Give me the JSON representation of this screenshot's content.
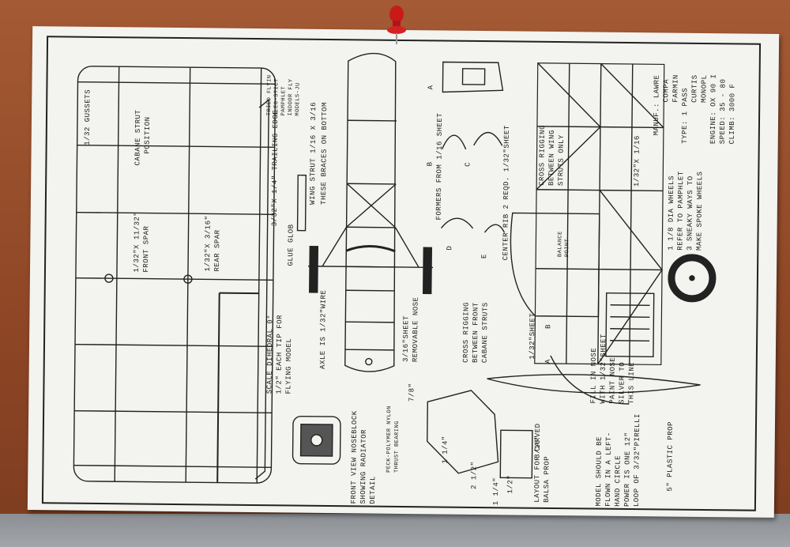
{
  "labels": {
    "gussets": "1/32 GUSSETS",
    "cabane": "CABANE STRUT",
    "cabane2": "POSITION",
    "front_spar1": "1/32\"X 11/32\"",
    "front_spar2": "FRONT SPAR",
    "rear_spar1": "1/32\"X 3/16\"",
    "rear_spar2": "REAR SPAR",
    "tried": "TRIED FLYIN",
    "sleek": "SLEG-STICT",
    "pamph": "PAMPHLET",
    "indoor": "INDOOR FLY",
    "models": "MODELS-JU",
    "trailing": "3/32\"X 1/4\" TRAILING EDGE",
    "wing_strut": "WING STRUT 1/16 X 3/16",
    "braces": "THESE BRACES ON BOTTOM",
    "glue_glob": "GLUE GLOB",
    "axle": "AXLE IS 1/32\"WIRE",
    "sheet316": "3/16\"SHEET",
    "removable": "REMOVABLE NOSE",
    "dihedral1": "SCALE DIHEDRAL 0°",
    "dihedral2": "1/2\" EACH TIP FOR",
    "dihedral3": "FLYING MODEL",
    "noseblock1": "FRONT VIEW NOSEBLOCK",
    "noseblock2": "SHOWING RADIATOR",
    "noseblock3": "DETAIL",
    "peck1": "PECK-POLYMER NYLON",
    "peck2": "THRUST BEARING",
    "formers": "FORMERS FROM 1/16 SHEET",
    "center_rib": "CENTER RIB 2 REQD. 1/32\"SHEET",
    "cross1": "CROSS RIGGING",
    "cross2": "BETWEEN FRONT",
    "cross3": "CABANE STRUTS",
    "layout1": "LAYOUT FOR CARVED",
    "layout2": "BALSA PROP",
    "d78": "7/8\"",
    "d114a": "1 1/4\"",
    "d212": "2 1/2\"",
    "d114b": "1 1/4\"",
    "d12": "1/2\"",
    "d316": "3/16\"",
    "cross_wing1": "CROSS RIGGING",
    "cross_wing2": "BETWEEN WING",
    "cross_wing3": "STRUTS ONLY",
    "s132x116": "1/32\"X 1/16",
    "balance1": "BALANCE",
    "balance2": "POINT",
    "sheet132": "1/32\"SHEET",
    "fill1": "FILL IN NOSE",
    "fill2": "WITH 1/32\"SHEET",
    "paint1": "PAINT NOSE",
    "paint2": "SILVER TO",
    "paint3": "THIS LINE",
    "model1": "MODEL SHOULD BE",
    "model2": "FLOWN IN A LEFT-",
    "model3": "HAND CIRCLE",
    "model4": "POWER IS ONE 12\"",
    "model5": "LOOP OF 3/32\"PIRELLI",
    "prop5": "5\" PLASTIC PROP",
    "wheels1": "1 1/8 DIA WHEELS",
    "wheels2": "REFER TO PAMPHLET",
    "wheels3": "3 SNEAKY WAYS TO",
    "wheels4": "MAKE SPOKE WHEELS",
    "manuf": "MANUF.: LAWRE",
    "compa": "COMPA",
    "farmin": "FARMIN",
    "type": "TYPE:  1 PASS",
    "curtis": "CURTIS",
    "monop": "MONOPL",
    "engine": "ENGINE: OX 90 I",
    "speed": "SPEED:  35 - 80",
    "climb": "CLIMB:  3000 F",
    "letA": "A",
    "letB": "B",
    "letC": "C",
    "letD": "D",
    "letE": "E",
    "letA2": "A",
    "letB2": "B"
  }
}
